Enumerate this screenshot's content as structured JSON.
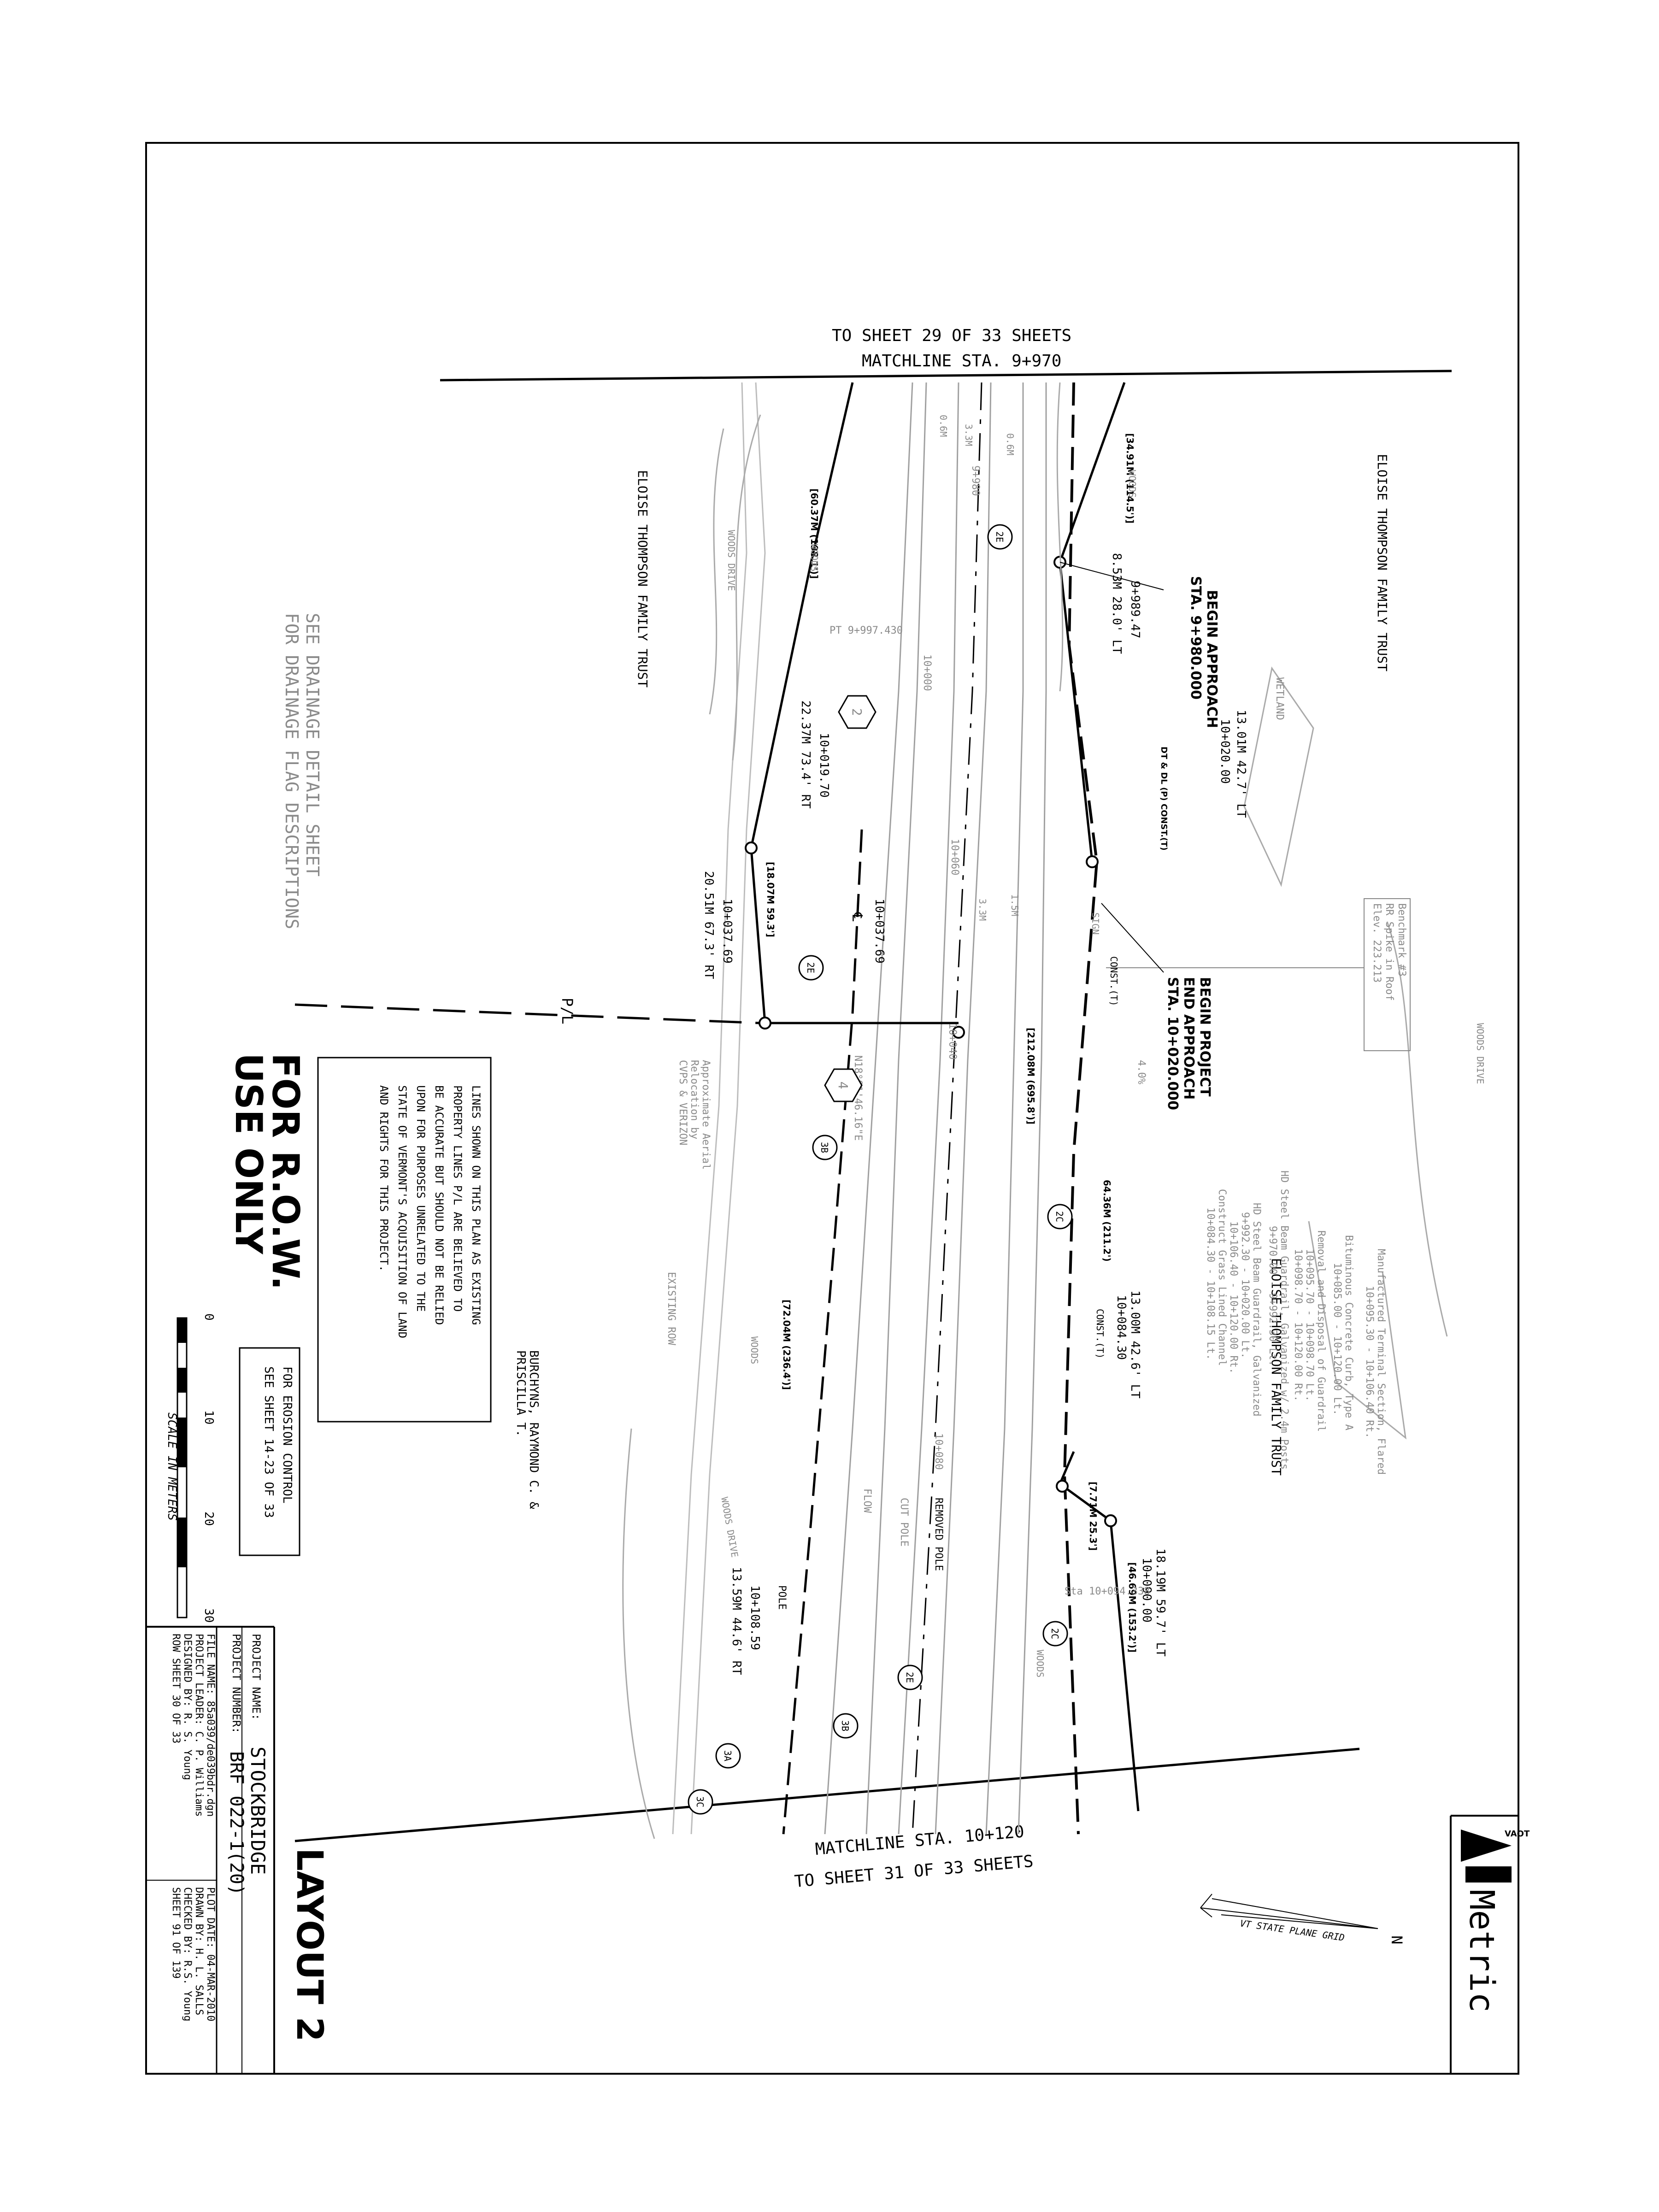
{
  "sheet": {
    "title": "LAYOUT 2",
    "brand_text": "Metric",
    "brand_logo": "VAOT",
    "north_arrow": {
      "grid_label": "VT STATE PLANE GRID",
      "north_letter": "N"
    }
  },
  "matchlines": {
    "top_sheet": "TO SHEET 29 OF 33 SHEETS",
    "top_sta": "MATCHLINE STA. 9+970",
    "bottom_sta": "MATCHLINE STA. 10+120",
    "bottom_sheet": "TO SHEET 31 OF 33 SHEETS"
  },
  "owners": {
    "west_top": "ELOISE THOMPSON FAMILY TRUST",
    "east_top": "ELOISE THOMPSON FAMILY TRUST",
    "east_bottom": "ELOISE THOMPSON FAMILY TRUST",
    "west_bottom_1": "BURCHYNS, RAYMOND C. &",
    "west_bottom_2": "PRISCILLA T."
  },
  "drainage_note": {
    "line1": "SEE DRAINAGE DETAIL SHEET",
    "line2": "FOR DRAINAGE FLAG DESCRIPTIONS"
  },
  "row_stamp": {
    "line1": "FOR R.O.W.",
    "line2": "USE ONLY"
  },
  "property_note": [
    "LINES SHOWN ON THIS PLAN AS EXISTING",
    "PROPERTY LINES P/L ARE BELIEVED TO",
    "BE ACCURATE BUT SHOULD NOT BE RELIED",
    "UPON FOR PURPOSES UNRELATED TO THE",
    "STATE OF VERMONT'S ACQUISITION OF LAND",
    "AND RIGHTS FOR THIS PROJECT."
  ],
  "erosion_note": {
    "line1": "FOR EROSION CONTROL",
    "line2": "SEE SHEET 14-23 OF 33"
  },
  "scale": {
    "ticks": [
      "0",
      "10",
      "20",
      "30"
    ],
    "caption": "SCALE IN METERS"
  },
  "title_block": {
    "project_name_label": "PROJECT NAME:",
    "project_name": "STOCKBRIDGE",
    "project_number_label": "PROJECT NUMBER:",
    "project_number": "BRF 022-1(20)",
    "file_name": "FILE NAME: 85a039/de039bdr.dgn",
    "project_leader": "PROJECT LEADER: C. P. Williams",
    "designed_by": "DESIGNED BY: R. S. Young",
    "row_sheet": "ROW SHEET 30 OF 33",
    "plot_date": "PLOT DATE: 04-MAR-2010",
    "drawn_by": "DRAWN BY: H. L. SALLS",
    "checked_by": "CHECKED BY: R.S. Young",
    "sheet_of": "SHEET 91 OF 139"
  },
  "callouts": {
    "begin_approach_1": "BEGIN APPROACH",
    "begin_approach_2": "STA. 9+980.000",
    "begin_project_1": "BEGIN PROJECT",
    "begin_project_2": "END APPROACH",
    "begin_project_3": "STA. 10+020.000"
  },
  "benchmark": [
    "Benchmark #3",
    "RR Spike in Roof",
    "Elev. 223.213"
  ],
  "items_note": [
    "Manufactured Terminal Section, Flared",
    "10+095.30 - 10+106.40 Rt.",
    "Bituminous Concrete Curb, Type A",
    "10+085.00 - 10+120.00 Lt.",
    "Removal and Disposal of Guardrail",
    "10+095.70 - 10+098.70 Lt.",
    "10+098.70 - 10+120.00 Rt.",
    "HD Steel Beam Guardrail, Galvanized w/ 2.4m Posts",
    "9+970.00 - 9+992.30 Lt.",
    "HD Steel Beam Guardrail, Galvanized",
    "9+992.30 - 10+020.00 Lt.",
    "10+106.40 - 10+120.00 Rt.",
    "Construct Grass Lined Channel",
    "10+084.30 - 10+108.15 Lt."
  ],
  "row_labels": {
    "a": "[34.91M (114.5')]",
    "b": "8.53M 28.0' LT",
    "c": "9+989.47",
    "d": "13.01M 42.7' LT",
    "e": "10+020.00",
    "f": "[60.37M (198.1')]",
    "g": "22.37M 73.4' RT",
    "h": "10+019.70",
    "i": "[18.07M 59.3']",
    "j": "20.51M 67.3' RT",
    "k": "10+037.69",
    "l": "10+037.69",
    "m": "[212.08M (695.8')]",
    "n": "64.36M (211.2')",
    "o": "13.00M 42.6' LT",
    "p": "10+084.30",
    "q": "[72.04M (236.4')]",
    "r": "18.19M 59.7' LT",
    "s": "10+090.00",
    "t": "[46.69M (153.2')]",
    "u": "[7.71M 25.3']",
    "v": "13.59M 44.6' RT",
    "w": "10+108.59",
    "x": "PT 9+997.430",
    "y": "Sta 10+094.338"
  },
  "misc_labels": {
    "pl": "P/L",
    "woods": "WOODS",
    "woods_drive": "WOODS DRIVE",
    "wetland": "WETLAND",
    "existing_row": "EXISTING ROW",
    "aerial_1": "Approximate Aerial",
    "aerial_2": "Relocation by",
    "aerial_3": "CVPS & VERIZON",
    "bearing": "N18°01'46.16\"E",
    "const": "CONST.(T)",
    "dt_dl": "DT & DL (P) CONST.(T)",
    "d3_3m": "3.3M",
    "d0_6m": "0.6M",
    "d1_5m": "1.5M",
    "pct": "4.0%",
    "sta_10000": "10+000",
    "sta_10040": "10+040",
    "sta_10080": "10+080",
    "sta_10060": "10+060",
    "sta_9980": "9+980",
    "pole": "POLE",
    "removed_pole": "REMOVED POLE",
    "cut_pole": "CUT POLE",
    "flow": "FLOW",
    "sign": "SIGN",
    "cl": "℄"
  },
  "flags": {
    "f2e_a": "2E",
    "f2e_b": "2E",
    "f2e_c": "2E",
    "f2c_a": "2C",
    "f2c_b": "2C",
    "f3b_a": "3B",
    "f3b_b": "3B",
    "f3a": "3A",
    "f3c": "3C",
    "hex2": "2",
    "hex4": "4"
  }
}
